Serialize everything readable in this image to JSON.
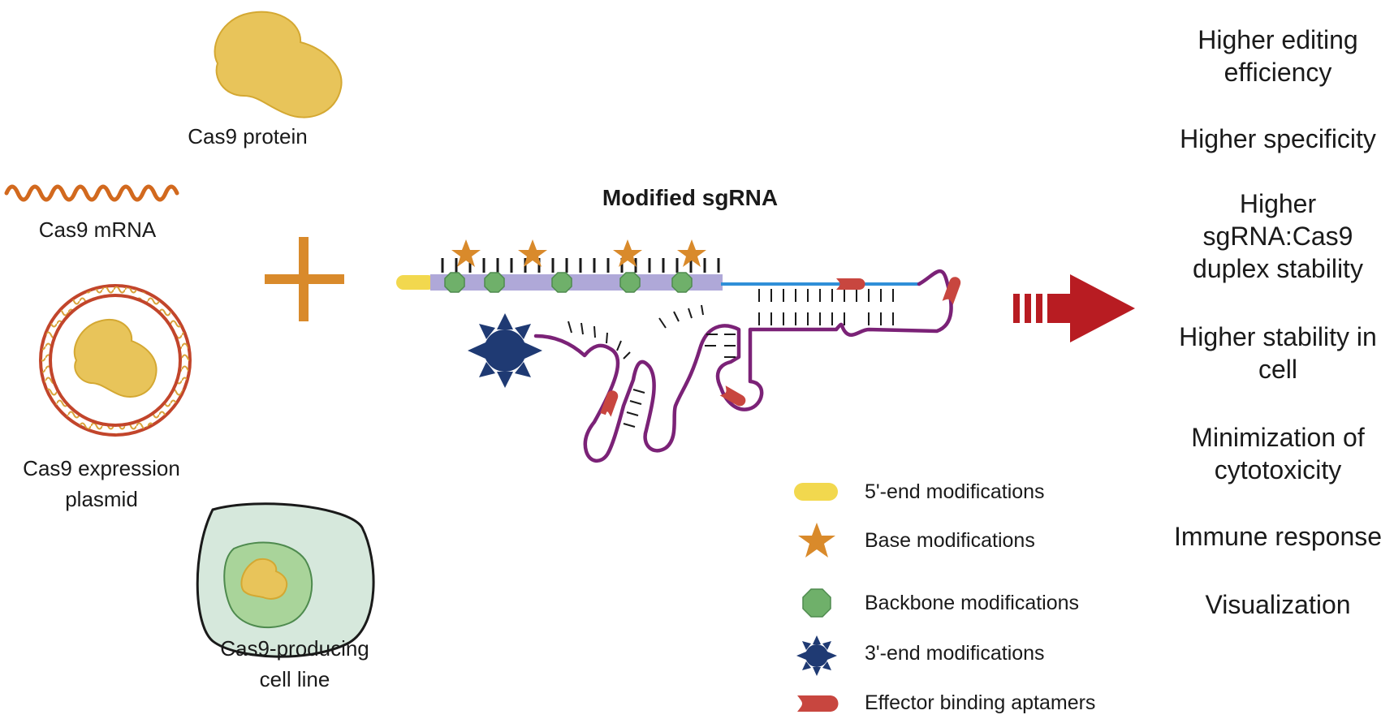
{
  "title": "Modified sgRNA",
  "sources": [
    {
      "label": "Cas9 protein"
    },
    {
      "label": "Cas9 mRNA"
    },
    {
      "label_lines": [
        "Cas9 expression",
        "plasmid"
      ]
    },
    {
      "label_lines": [
        "Cas9-producing",
        "cell line"
      ]
    }
  ],
  "legend": [
    {
      "icon": "yellow-bar-icon",
      "label": "5'-end modifications"
    },
    {
      "icon": "orange-star-icon",
      "label": "Base modifications"
    },
    {
      "icon": "green-octagon-icon",
      "label": "Backbone modifications"
    },
    {
      "icon": "navy-star-icon",
      "label": "3'-end modifications"
    },
    {
      "icon": "red-aptamer-icon",
      "label": "Effector binding aptamers"
    }
  ],
  "outcomes": [
    {
      "lines": [
        "Higher editing",
        "efficiency"
      ]
    },
    {
      "lines": [
        "Higher specificity"
      ]
    },
    {
      "lines": [
        "Higher",
        "sgRNA:Cas9",
        "duplex stability"
      ]
    },
    {
      "lines": [
        "Higher stability in",
        "cell"
      ]
    },
    {
      "lines": [
        "Minimization of",
        "cytotoxicity"
      ]
    },
    {
      "lines": [
        "Immune response"
      ]
    },
    {
      "lines": [
        "Visualization"
      ]
    }
  ],
  "colors": {
    "protein": "#E8C45A",
    "protein_stroke": "#D4A832",
    "mrna": "#D2691E",
    "plus": "#D98A2B",
    "five_end": "#F2D84E",
    "backbone_bar": "#AFA8D8",
    "backbone_mod": "#6FB06A",
    "base_mod": "#D98A2B",
    "stem_line": "#2F8FD8",
    "rna_purple": "#7B2277",
    "three_end": "#1F3A73",
    "aptamer": "#C8463F",
    "arrow": "#B81C22",
    "cell_outer": "#D6E8DC",
    "cell_nucleus": "#A9D49A"
  }
}
